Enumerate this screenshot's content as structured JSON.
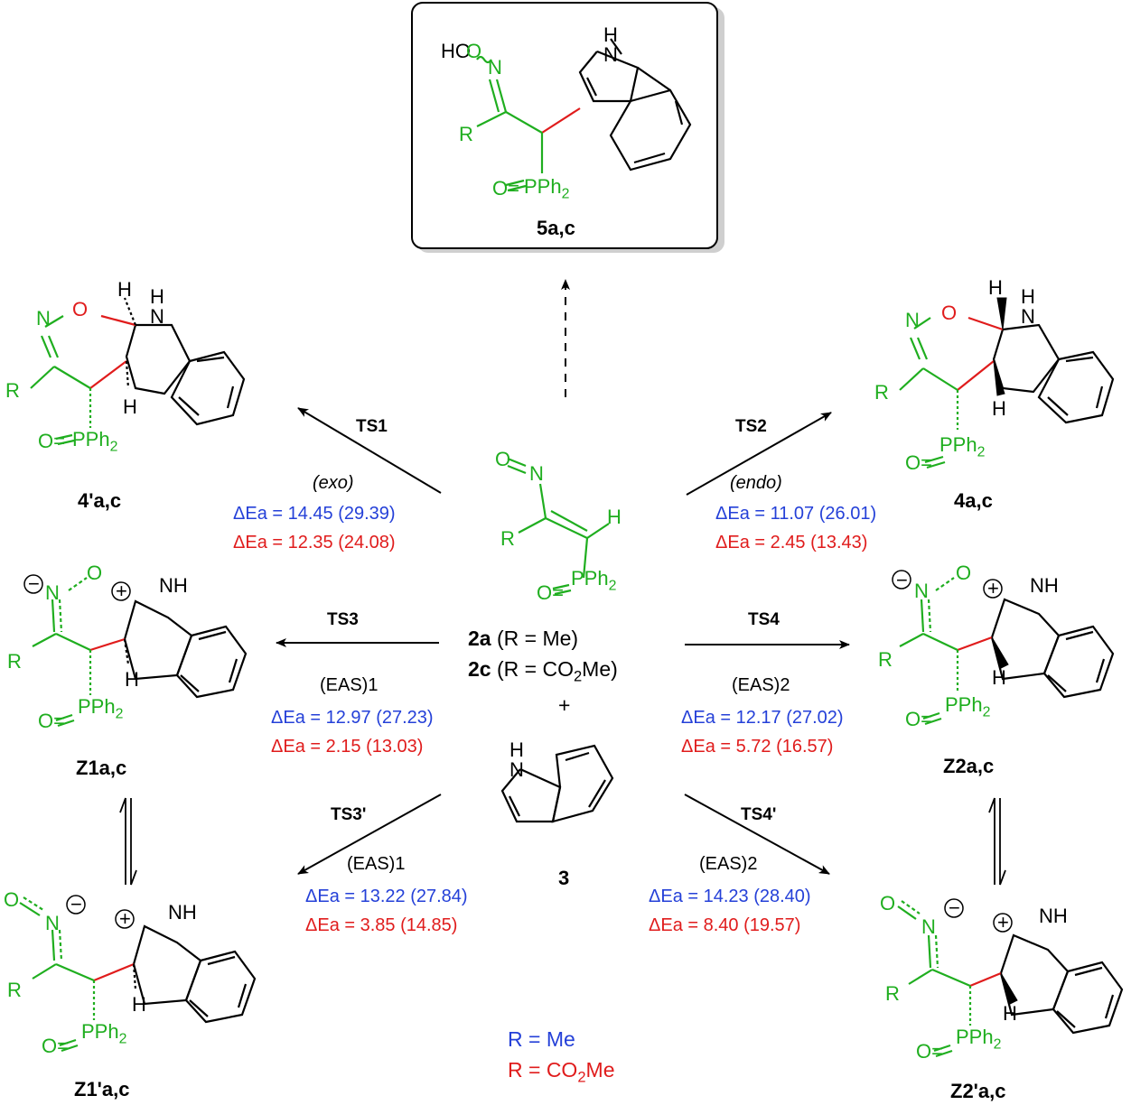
{
  "compounds": {
    "top": "5a,c",
    "tl": "4'a,c",
    "tr": "4a,c",
    "ml": "Z1a,c",
    "mr": "Z2a,c",
    "bl": "Z1'a,c",
    "br": "Z2'a,c",
    "indole": "3"
  },
  "center": {
    "line1": "2a (R = Me)",
    "line2": "2c (R = CO2Me)",
    "plus": "+"
  },
  "paths": [
    {
      "ts": "TS1",
      "mode": "(exo)",
      "ea_blue": "ΔEa = 14.45 (29.39)",
      "ea_red": "ΔEa = 12.35 (24.08)"
    },
    {
      "ts": "TS2",
      "mode": "(endo)",
      "ea_blue": "ΔEa = 11.07 (26.01)",
      "ea_red": "ΔEa = 2.45 (13.43)"
    },
    {
      "ts": "TS3",
      "mode": "(EAS)1",
      "ea_blue": "ΔEa = 12.97 (27.23)",
      "ea_red": "ΔEa = 2.15 (13.03)"
    },
    {
      "ts": "TS4",
      "mode": "(EAS)2",
      "ea_blue": "ΔEa = 12.17 (27.02)",
      "ea_red": "ΔEa = 5.72 (16.57)"
    },
    {
      "ts": "TS3'",
      "mode": "(EAS)1",
      "ea_blue": "ΔEa = 13.22 (27.84)",
      "ea_red": "ΔEa = 3.85 (14.85)"
    },
    {
      "ts": "TS4'",
      "mode": "(EAS)2",
      "ea_blue": "ΔEa = 14.23 (28.40)",
      "ea_red": "ΔEa = 8.40 (19.57)"
    }
  ],
  "legend": {
    "blue": "R = Me",
    "red": "R = CO2Me"
  },
  "atoms": {
    "HO": "HO",
    "N": "N",
    "H": "H",
    "R": "R",
    "O": "O",
    "NH": "NH",
    "PPh2": "PPh2",
    "Oeq": "O=",
    "plus": "+",
    "minus": "−"
  },
  "colors": {
    "black": "#000000",
    "green": "#1fae1f",
    "red": "#e01c1c",
    "blue": "#2440d8"
  }
}
